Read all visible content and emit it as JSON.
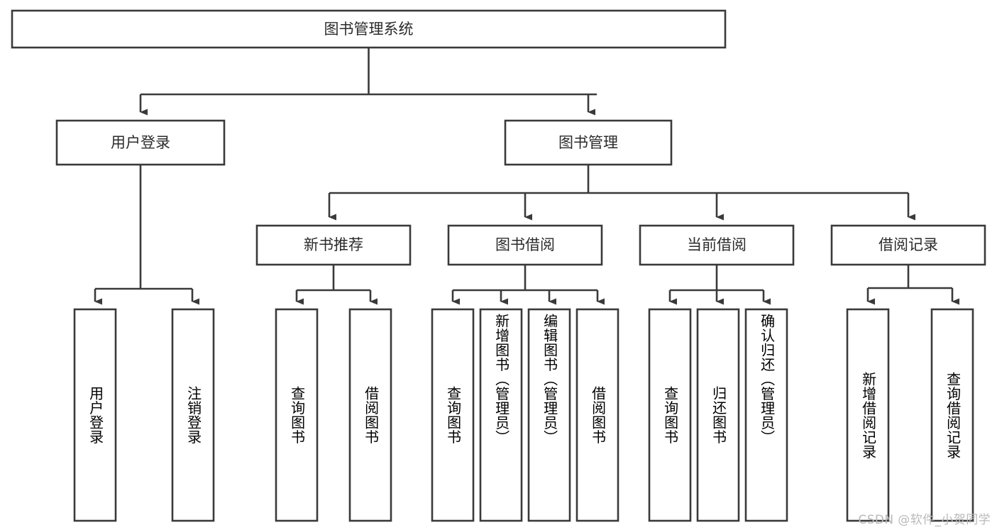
{
  "diagram": {
    "title": "图书管理系统",
    "type": "tree",
    "watermark": "CSDN @软件_小贺同学",
    "colors": {
      "stroke": "#3a3a3a",
      "fill": "#ffffff",
      "text": "#2b2b2b",
      "watermark": "#b9b9b9"
    },
    "root": {
      "label": "图书管理系统"
    },
    "level2": [
      {
        "label": "用户登录"
      },
      {
        "label": "图书管理"
      }
    ],
    "level3": [
      {
        "label": "新书推荐"
      },
      {
        "label": "图书借阅"
      },
      {
        "label": "当前借阅"
      },
      {
        "label": "借阅记录"
      }
    ],
    "leaves": [
      {
        "label": "用户登录"
      },
      {
        "label": "注销登录"
      },
      {
        "label": "查询图书"
      },
      {
        "label": "借阅图书"
      },
      {
        "label": "查询图书"
      },
      {
        "label": "新增图书（管理员）"
      },
      {
        "label": "编辑图书（管理员）"
      },
      {
        "label": "借阅图书"
      },
      {
        "label": "查询图书"
      },
      {
        "label": "归还图书"
      },
      {
        "label": "确认归还（管理员）"
      },
      {
        "label": "新增借阅记录"
      },
      {
        "label": "查询借阅记录"
      }
    ]
  }
}
